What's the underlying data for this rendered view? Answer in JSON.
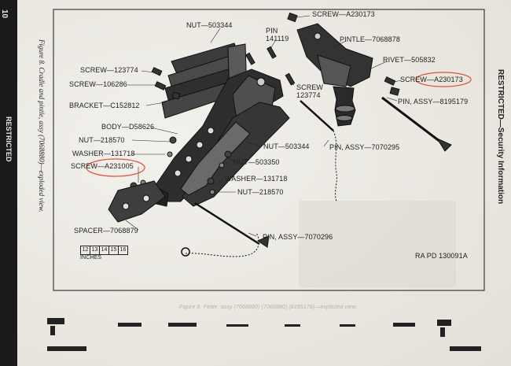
{
  "page_number": "10",
  "left_margin": {
    "restricted": "RESTRICTED",
    "caption": "Figure 8. Cradle and pintle, assy (7068880)—exploded view."
  },
  "right_margin": {
    "restricted": "RESTRICTED—Security Information"
  },
  "ruler": {
    "cells": [
      "12",
      "13",
      "14",
      "15",
      "16"
    ],
    "unit": "INCHES"
  },
  "drawing_code": "RA PD 130091A",
  "faded_caption": "Figure 8. Pintle, assy (7068880) (7068880) (8195179)—exploded view.",
  "callouts": [
    {
      "id": "nut-503344-top",
      "text": "NUT—503344"
    },
    {
      "id": "screw-a230173-top",
      "text": "SCREW—A230173"
    },
    {
      "id": "pin-141119",
      "text": "PIN\n141119"
    },
    {
      "id": "pintle-7068878",
      "text": "PINTLE—7068878"
    },
    {
      "id": "rivet-505832",
      "text": "RIVET—505832"
    },
    {
      "id": "screw-123774-left",
      "text": "SCREW—123774"
    },
    {
      "id": "screw-106286",
      "text": "SCREW—106286"
    },
    {
      "id": "screw-a230173-circled",
      "text": "SCREW—A230173"
    },
    {
      "id": "screw-123774-mid",
      "text": "SCREW\n123774"
    },
    {
      "id": "pin-assy-8195179",
      "text": "PIN, ASSY—8195179"
    },
    {
      "id": "bracket-c152812",
      "text": "BRACKET—C152812"
    },
    {
      "id": "body-d58626",
      "text": "BODY—D58626"
    },
    {
      "id": "nut-218570-left",
      "text": "NUT—218570"
    },
    {
      "id": "nut-503344-mid",
      "text": "NUT—503344"
    },
    {
      "id": "pin-assy-7070295",
      "text": "PIN, ASSY—7070295"
    },
    {
      "id": "washer-131718-left",
      "text": "WASHER—131718"
    },
    {
      "id": "screw-a231005",
      "text": "SCREW—A231005"
    },
    {
      "id": "nut-503350",
      "text": "NUT—503350"
    },
    {
      "id": "washer-131718-right",
      "text": "WASHER—131718"
    },
    {
      "id": "nut-218570-right",
      "text": "NUT—218570"
    },
    {
      "id": "spacer-7068879",
      "text": "SPACER—7068879"
    },
    {
      "id": "pin-assy-7070296",
      "text": "PIN, ASSY—7070296"
    }
  ],
  "colors": {
    "paper": "#ece9e1",
    "ink": "#1e1e1e",
    "annotation_red": "#e0553f",
    "background": "#1a1a1a"
  }
}
